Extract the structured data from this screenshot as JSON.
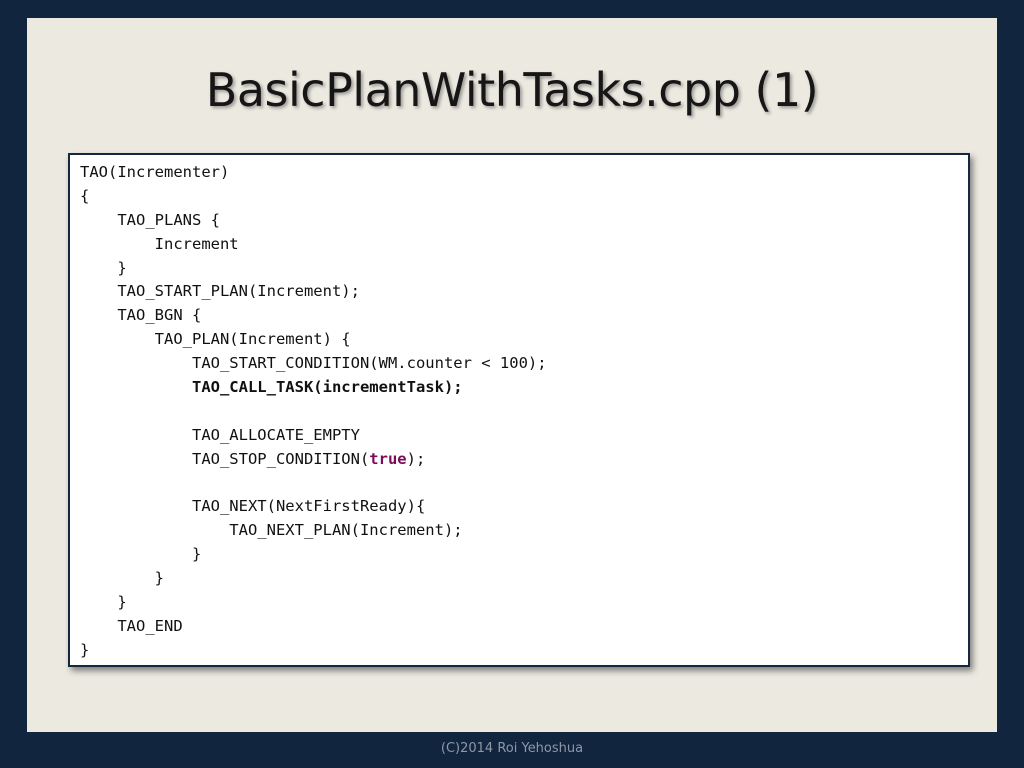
{
  "slide": {
    "title": "BasicPlanWithTasks.cpp (1)",
    "footer": "(C)2014 Roi Yehoshua"
  },
  "code": {
    "lines": [
      "TAO(Incrementer)",
      "{",
      "    TAO_PLANS {",
      "        Increment",
      "    }",
      "    TAO_START_PLAN(Increment);",
      "    TAO_BGN {",
      "        TAO_PLAN(Increment) {",
      "            TAO_START_CONDITION(WM.counter < 100);",
      "            TAO_CALL_TASK(incrementTask);",
      "",
      "            TAO_ALLOCATE_EMPTY",
      "            TAO_STOP_CONDITION(",
      "true",
      ");",
      "",
      "            TAO_NEXT(NextFirstReady){",
      "                TAO_NEXT_PLAN(Increment);",
      "            }",
      "        }",
      "    }",
      "    TAO_END",
      "}"
    ],
    "keyword_color": "#7b0c55"
  }
}
